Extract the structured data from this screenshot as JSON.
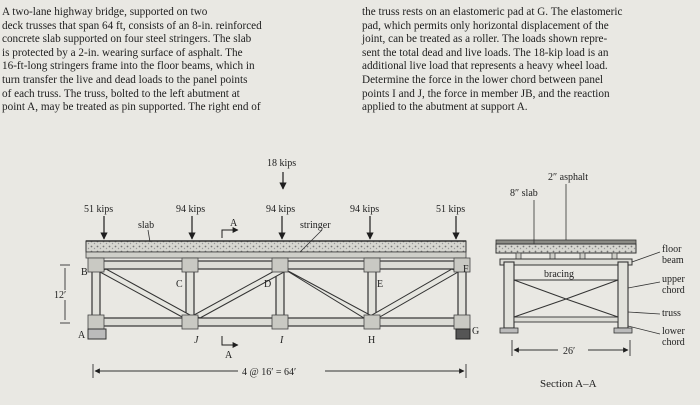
{
  "problem": {
    "left_lines": [
      "    A two-lane highway bridge, supported on two",
      "deck trusses that span 64 ft, consists of an 8-in. reinforced",
      "concrete slab supported on four steel stringers. The slab",
      "is protected by a 2-in. wearing surface of asphalt. The",
      "16-ft-long stringers frame into the floor beams, which in",
      "turn transfer the live and dead loads to the panel points",
      "of each truss. The truss, bolted to the left abutment at",
      "point A, may be treated as pin supported. The right end of"
    ],
    "right_lines": [
      "the truss rests on an elastomeric pad at G. The elastomeric",
      "pad, which permits only horizontal displacement of the",
      "joint, can be treated as a roller. The loads shown repre-",
      "sent the total dead and live loads. The 18-kip load is an",
      "additional live load that represents a heavy wheel load.",
      "Determine the force in the lower chord between panel",
      "points I and J, the force in member JB, and the reaction",
      "applied to the abutment at support A."
    ]
  },
  "figure": {
    "wheel_load": "18 kips",
    "panel_loads": [
      "51 kips",
      "94 kips",
      "94 kips",
      "94 kips",
      "51 kips"
    ],
    "slab_label": "slab",
    "stringer_label": "stringer",
    "section_mark": "A",
    "nodes_upper": [
      "B",
      "C",
      "D",
      "E",
      "F"
    ],
    "nodes_lower": [
      "A",
      "J",
      "I",
      "H",
      "G"
    ],
    "height_label": "12′",
    "span_label": "4 @ 16′ = 64′",
    "section": {
      "asphalt_label": "2″ asphalt",
      "slab_label": "8″ slab",
      "bracing_label": "bracing",
      "width_label": "26′",
      "title": "Section A–A",
      "callouts": [
        "floor beam",
        "upper chord",
        "truss",
        "lower chord"
      ]
    }
  }
}
